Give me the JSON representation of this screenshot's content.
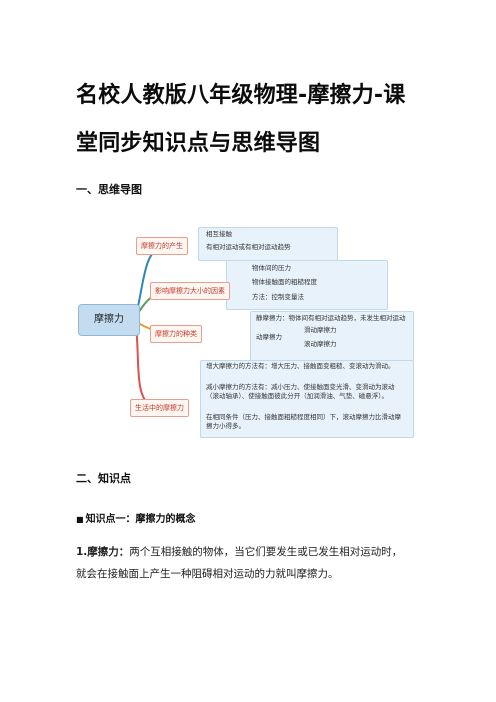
{
  "document": {
    "title_line1": "名校人教版八年级物理-摩擦力-课",
    "title_line2": "堂同步知识点与思维导图",
    "section1": "一、思维导图",
    "section2": "二、知识点",
    "knowledge_point1": {
      "marker": "■",
      "heading": "知识点一：摩擦力的概念",
      "term": "1.摩擦力：",
      "text_line1": "两个互相接触的物体，当它们要发生或已发生相对运动时，",
      "text_line2": "就会在接触面上产生一种阻碍相对运动的力就叫摩擦力。"
    }
  },
  "mindmap": {
    "root": "摩擦力",
    "colors": {
      "branch_text": "#c0392b",
      "panel_bg": "#e8f2fb",
      "root_bg": "#c4dcef",
      "connector": "#2f86b5"
    },
    "branches": [
      {
        "label": "摩擦力的产生",
        "leaves": [
          "相互接触",
          "有相对运动或有相对运动趋势"
        ]
      },
      {
        "label": "影响摩擦力大小的因素",
        "leaves": [
          "物体间的压力",
          "物体接触面的粗糙程度",
          "方法：控制变量法"
        ]
      },
      {
        "label": "摩擦力的种类",
        "leaves": [
          "静摩擦力：物体间有相对运动趋势，未发生相对运动",
          "动摩擦力",
          "滑动摩擦力",
          "滚动摩擦力"
        ]
      },
      {
        "label": "生活中的摩擦力",
        "leaves": [
          "增大摩擦力的方法有：增大压力、接触面变粗糙、变滚动为滑动。",
          "减小摩擦力的方法有：减小压力、使接触面变光滑、变滑动为滚动（滚动轴承）、使接触面彼此分开（加润滑油、气垫、磁悬浮）。",
          "在相同条件（压力、接触面粗糙程度相同）下，滚动摩擦力比滑动摩擦力小得多。"
        ]
      }
    ]
  }
}
